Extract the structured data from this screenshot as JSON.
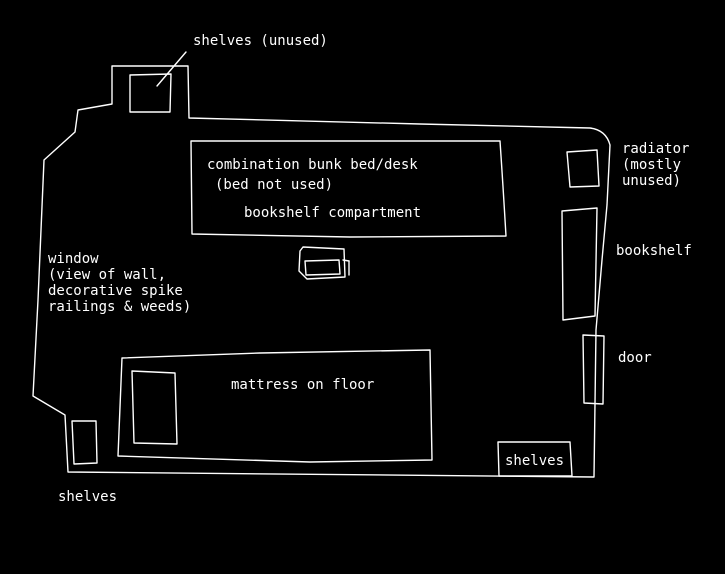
{
  "colors": {
    "background": "#000000",
    "line": "#ffffff"
  },
  "labels": {
    "shelves_top": "shelves (unused)",
    "bunk_line1": "combination bunk bed/desk",
    "bunk_line2": "(bed not used)",
    "bookshelf_compartment": "bookshelf compartment",
    "radiator_line1": "radiator",
    "radiator_line2": "(mostly",
    "radiator_line3": "unused)",
    "bookshelf": "bookshelf",
    "window_line1": "window",
    "window_line2": "(view of wall,",
    "window_line3": "decorative spike",
    "window_line4": "railings & weeds)",
    "door": "door",
    "mattress": "mattress on floor",
    "shelves_right": "shelves",
    "shelves_left": "shelves"
  }
}
